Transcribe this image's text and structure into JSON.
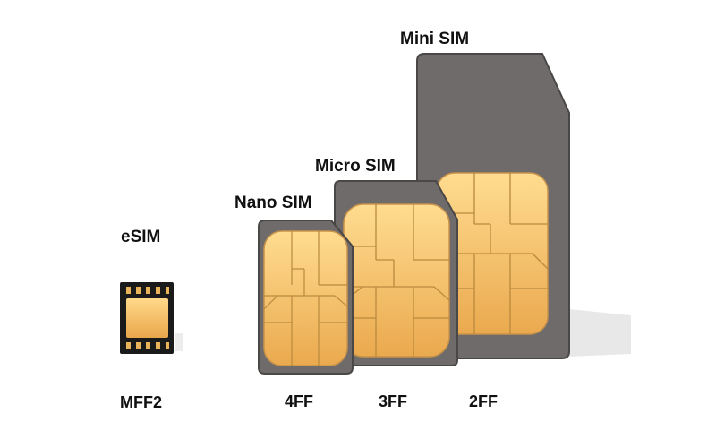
{
  "cards": [
    {
      "key": "esim",
      "name": "eSIM",
      "code": "MFF2"
    },
    {
      "key": "nano",
      "name": "Nano SIM",
      "code": "4FF"
    },
    {
      "key": "micro",
      "name": "Micro SIM",
      "code": "3FF"
    },
    {
      "key": "mini",
      "name": "Mini SIM",
      "code": "2FF"
    }
  ],
  "colors": {
    "card_body": "#6f6b6b",
    "card_edge": "#4a4747",
    "card_shadow": "#e6e6e6",
    "chip_gold_light": "#ffd98a",
    "chip_gold_dark": "#e9ac52",
    "chip_line": "#b98a3e",
    "esim_body": "#1a1a1a",
    "text": "#111111"
  }
}
